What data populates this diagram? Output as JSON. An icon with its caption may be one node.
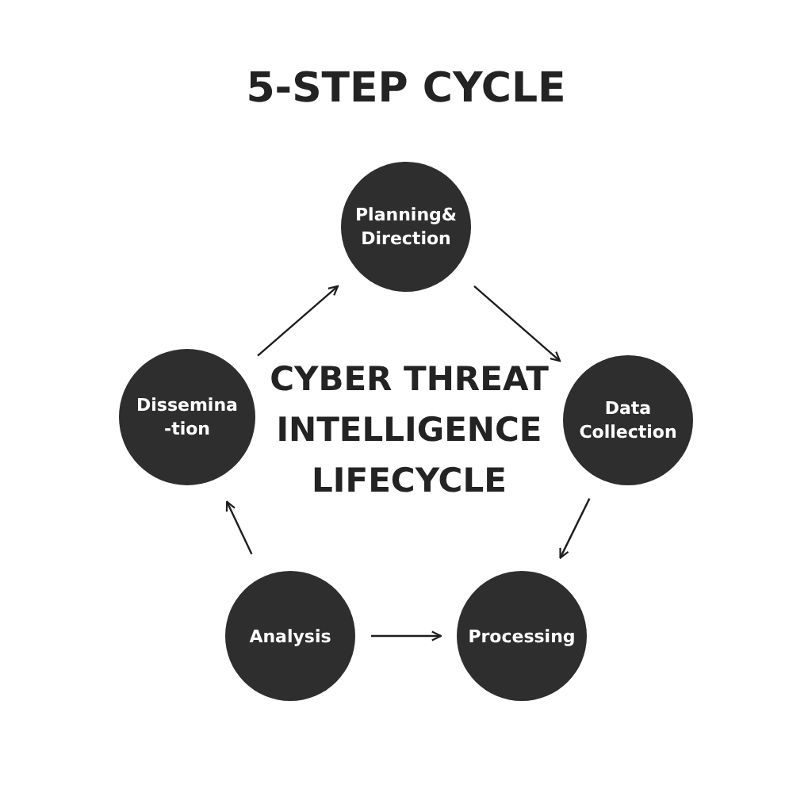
{
  "diagram": {
    "title": "5-STEP CYCLE",
    "nodes": [
      {
        "text": [
          "Planning& Direction"
        ]
      },
      {
        "text": [
          "Dissemina -tion"
        ]
      },
      {
        "text": [
          "Data Collection"
        ]
      },
      {
        "text": [
          "Analysis"
        ]
      },
      {
        "text": [
          "Processing"
        ]
      }
    ],
    "edges": [
      {
        "from": 1,
        "to": 0,
        "arrow": "to"
      },
      {
        "from": 0,
        "to": 2,
        "arrow": "to"
      },
      {
        "from": 2,
        "to": 4,
        "arrow": "to"
      },
      {
        "from": 3,
        "to": 4,
        "arrow": "to"
      },
      {
        "from": 3,
        "to": 1,
        "arrow": "to"
      }
    ],
    "labels": [
      "CYBER THREAT INTELLIGENCE LIFECYCLE"
    ]
  }
}
